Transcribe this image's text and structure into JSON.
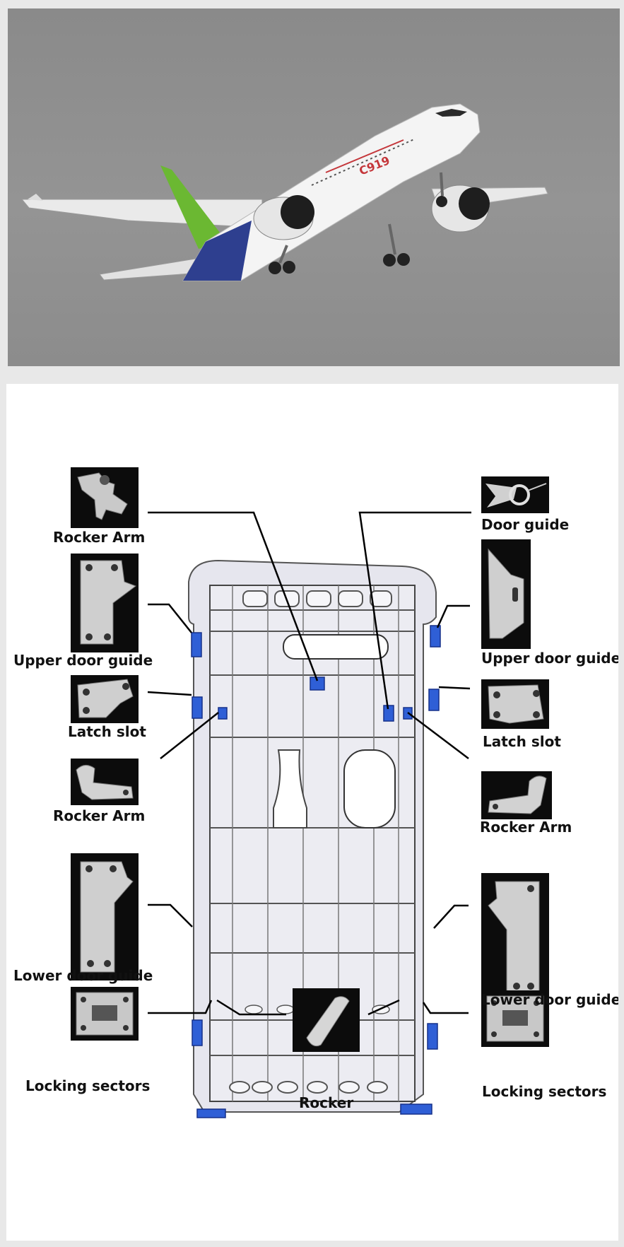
{
  "photo": {
    "aircraft_marking": "C919",
    "colors": {
      "sky": "#8f8f8f",
      "fuselage": "#f4f4f4",
      "tail": "#6bb832",
      "belly": "#2e3f8f"
    }
  },
  "diagram": {
    "colors": {
      "door_frame": "#e6e6ee",
      "part_highlight": "#2f5fd6",
      "leader": "#000000"
    },
    "labels": {
      "rocker_arm_top_left": "Rocker Arm",
      "door_guide": "Door guide",
      "upper_door_guide_left": "Upper door guide",
      "upper_door_guide_right": "Upper door guide",
      "latch_slot_left": "Latch slot",
      "latch_slot_right": "Latch slot",
      "rocker_arm_mid_left": "Rocker Arm",
      "rocker_arm_mid_right": "Rocker Arm",
      "lower_door_guide_left": "Lower door guide",
      "lower_door_guide_right": "Lower door guide",
      "locking_sectors_left": "Locking sectors",
      "locking_sectors_right": "Locking sectors",
      "rocker": "Rocker"
    }
  }
}
